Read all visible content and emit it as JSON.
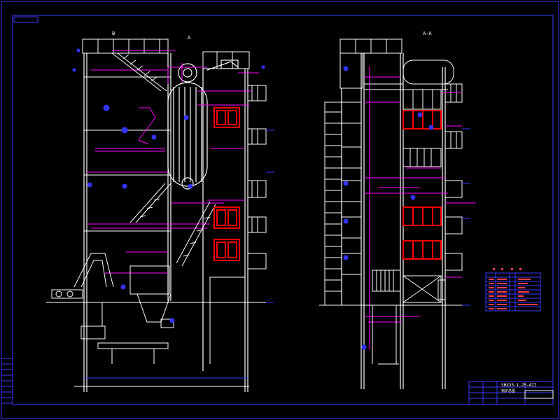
{
  "drawing": {
    "title_code": "SHX35-1.25-AII",
    "subtitle": "锅炉总图",
    "left_view_label": "B",
    "right_view_label": "A-A",
    "view_marker": "A",
    "top_left_tab": "",
    "table_header": [
      "序",
      "号",
      "名",
      "称"
    ]
  },
  "colors": {
    "background": "#000000",
    "frame": "#3a3aff",
    "structure": "#ffffff",
    "pipework": "#ff00ff",
    "equipment": "#ff0000",
    "dimension": "#3333ff"
  },
  "legend_rows": 8
}
